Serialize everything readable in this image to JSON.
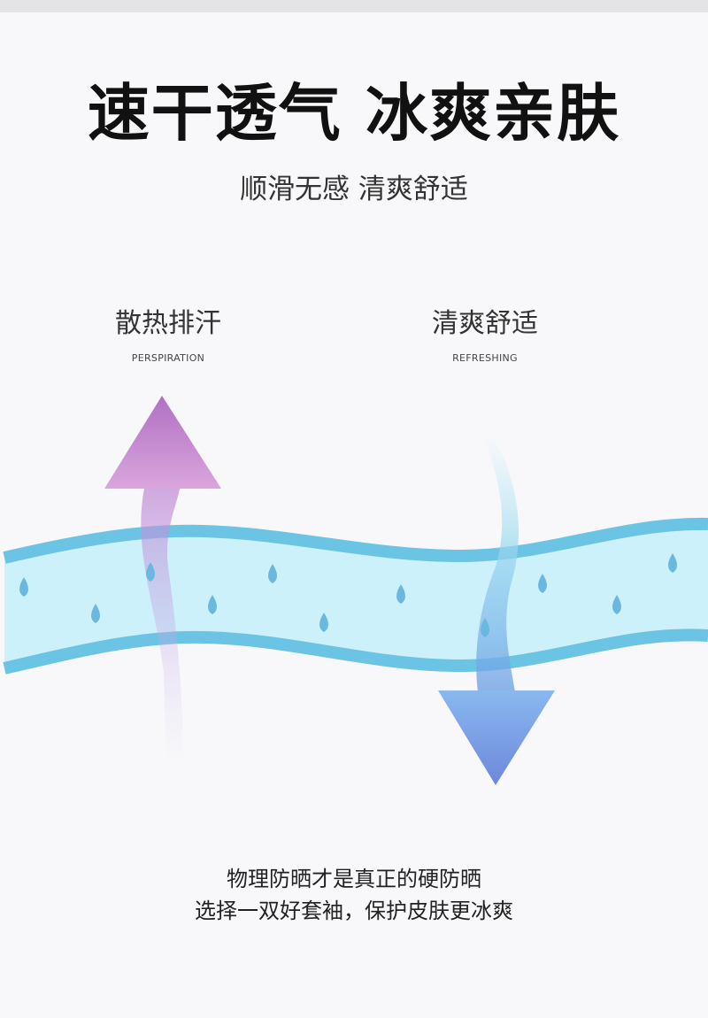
{
  "title": "速干透气 冰爽亲肤",
  "subtitle": "顺滑无感 清爽舒适",
  "features": [
    {
      "label": "散热排汗",
      "label_en": "PERSPIRATION",
      "icon": "arrow-up-icon",
      "color": "#b57fcf"
    },
    {
      "label": "清爽舒适",
      "label_en": "REFRESHING",
      "icon": "arrow-down-icon",
      "color": "#7ea6e6"
    }
  ],
  "fabric": {
    "edge_color": "#6cc4e4",
    "fill_color": "#c9f0fb",
    "drop_color": "#6ab8e0"
  },
  "bottom_lines": [
    "物理防晒才是真正的硬防晒",
    "选择一双好套袖，保护皮肤更冰爽"
  ]
}
